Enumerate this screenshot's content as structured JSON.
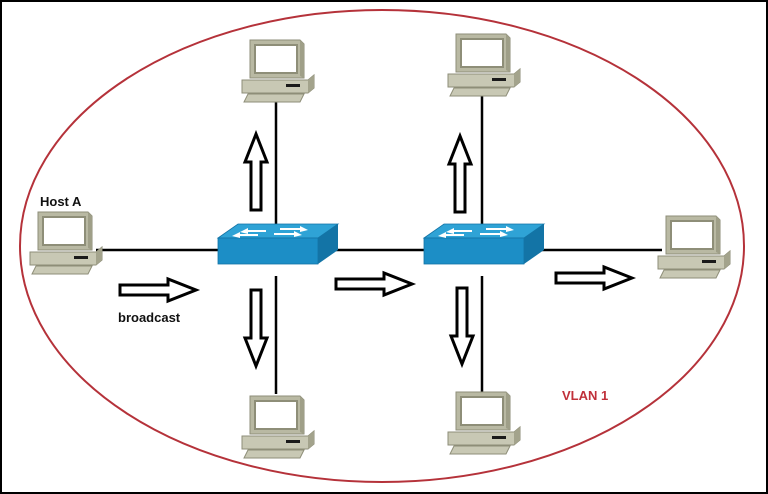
{
  "diagram": {
    "type": "network-topology",
    "title": "",
    "colors": {
      "vlan_ellipse": "#b5323a",
      "vlan_label": "#c0303a",
      "switch_top": "#2fa3d6",
      "switch_front": "#1c8ec6",
      "switch_side": "#1374a6",
      "pc_body": "#c8c8b4",
      "pc_dark": "#8e8e78",
      "pc_screen": "#ffffff",
      "link": "#000000"
    },
    "labels": {
      "host_a": "Host A",
      "broadcast": "broadcast",
      "vlan": "VLAN 1"
    },
    "nodes": [
      {
        "id": "host-a",
        "kind": "pc",
        "label": "Host A"
      },
      {
        "id": "pc-top-left",
        "kind": "pc"
      },
      {
        "id": "pc-bottom-left",
        "kind": "pc"
      },
      {
        "id": "pc-top-right",
        "kind": "pc"
      },
      {
        "id": "pc-bottom-right",
        "kind": "pc"
      },
      {
        "id": "pc-right",
        "kind": "pc"
      },
      {
        "id": "switch-1",
        "kind": "switch"
      },
      {
        "id": "switch-2",
        "kind": "switch"
      }
    ],
    "links": [
      [
        "host-a",
        "switch-1"
      ],
      [
        "switch-1",
        "pc-top-left"
      ],
      [
        "switch-1",
        "pc-bottom-left"
      ],
      [
        "switch-1",
        "switch-2"
      ],
      [
        "switch-2",
        "pc-top-right"
      ],
      [
        "switch-2",
        "pc-bottom-right"
      ],
      [
        "switch-2",
        "pc-right"
      ]
    ],
    "arrows": [
      {
        "id": "arrow-broadcast",
        "direction": "right"
      },
      {
        "id": "arrow-sw1-up",
        "direction": "up"
      },
      {
        "id": "arrow-sw1-down",
        "direction": "down"
      },
      {
        "id": "arrow-sw1-sw2",
        "direction": "right"
      },
      {
        "id": "arrow-sw2-up",
        "direction": "up"
      },
      {
        "id": "arrow-sw2-down",
        "direction": "down"
      },
      {
        "id": "arrow-sw2-right",
        "direction": "right"
      }
    ]
  }
}
